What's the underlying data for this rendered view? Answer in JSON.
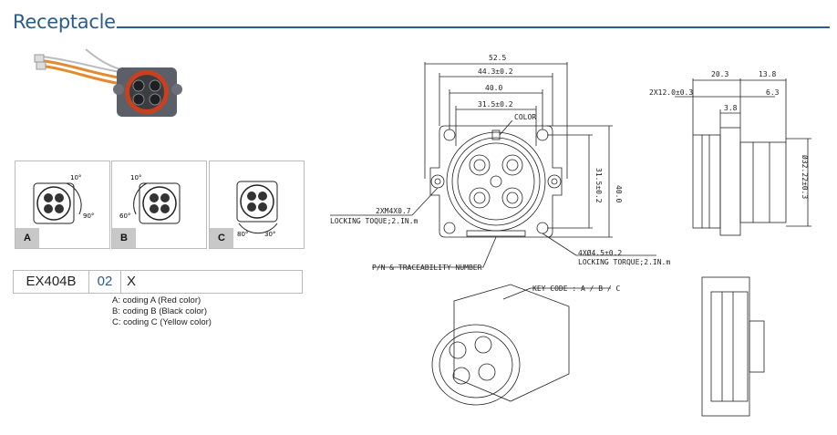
{
  "header": {
    "title": "Receptacle"
  },
  "views": [
    {
      "tag": "A",
      "angle1": "10°",
      "angle2": "90°"
    },
    {
      "tag": "B",
      "angle1": "10°",
      "angle2": "60°"
    },
    {
      "tag": "C",
      "angle1": "80°",
      "angle2": "30°"
    }
  ],
  "part_number": {
    "base": "EX404B",
    "mid": "02",
    "suffix": "X"
  },
  "coding": [
    "A: coding A (Red color)",
    "B: coding B (Black color)",
    "C: coding C (Yellow color)"
  ],
  "front_view": {
    "dim_total_width": "52.5",
    "dim_flange": "44.3±0.2",
    "dim_hole_pitch": "40.0",
    "dim_inner": "31.5±0.2",
    "color_label": "COLOR",
    "dim_height": "40.0",
    "dim_hole_pitch_v": "31.5±0.2",
    "screw_note_1": "2XM4X0.7",
    "screw_note_2": "LOCKING TOQUE;2.IN.m",
    "hole_note_1": "4XØ4.5±0.2",
    "hole_note_2": "LOCKING TORQUE;2.IN.m",
    "pn_note": "P/N & TRACEABILITY NUMBER",
    "key_note": "KEY CODE : A / B / C"
  },
  "side_view": {
    "dim_20": "20.3",
    "dim_13": "13.8",
    "dim_thread": "2X12.0±0.3",
    "dim_6": "6.3",
    "dim_3": "3.8",
    "dim_dia": "Ø32.22±0.3"
  },
  "colors": {
    "accent": "#2b5c8a",
    "red_ring": "#c8401e",
    "orange_wire": "#e58a2c"
  }
}
